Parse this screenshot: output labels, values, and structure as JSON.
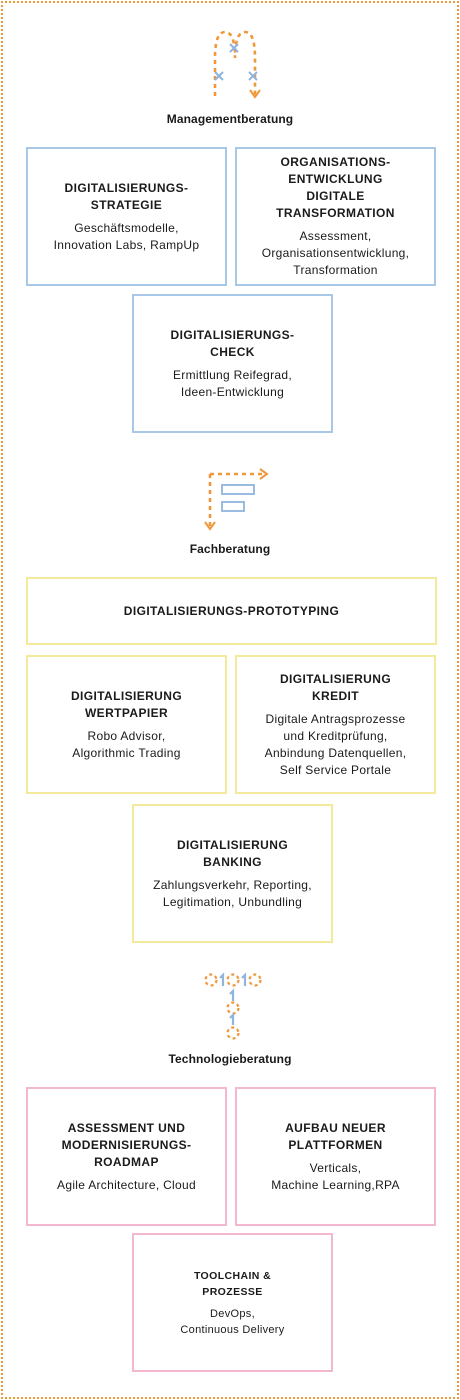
{
  "sections": {
    "management": {
      "title": "Managementberatung",
      "icon": "m-path-icon",
      "boxes": [
        {
          "title": "DIGITALISIERUNGS-\nSTRATEGIE",
          "desc": "Geschäftsmodelle,\nInnovation Labs, RampUp"
        },
        {
          "title": "ORGANISATIONS-\nENTWICKLUNG\nDIGITALE TRANSFORMATION",
          "desc": "Assessment,\nOrganisationsentwicklung,\nTransformation"
        },
        {
          "title": "DIGITALISIERUNGS-\nCHECK",
          "desc": "Ermittlung Reifegrad,\nIdeen-Entwicklung"
        }
      ]
    },
    "fach": {
      "title": "Fachberatung",
      "icon": "flowchart-arrow-icon",
      "boxes": [
        {
          "title": "DIGITALISIERUNGS-PROTOTYPING",
          "desc": ""
        },
        {
          "title": "DIGITALISIERUNG\nWERTPAPIER",
          "desc": "Robo Advisor,\nAlgorithmic Trading"
        },
        {
          "title": "DIGITALISIERUNG\nKREDIT",
          "desc": "Digitale Antragsprozesse\nund Kreditprüfung,\nAnbindung Datenquellen,\nSelf Service Portale"
        },
        {
          "title": "DIGITALISIERUNG\nBANKING",
          "desc": "Zahlungsverkehr, Reporting,\nLegitimation, Unbundling"
        }
      ]
    },
    "tech": {
      "title": "Technologieberatung",
      "icon": "binary-digits-icon",
      "boxes": [
        {
          "title": "ASSESSMENT UND\nMODERNISIERUNGS-\nROADMAP",
          "desc": "Agile Architecture, Cloud"
        },
        {
          "title": "AUFBAU NEUER\nPLATTFORMEN",
          "desc": "Verticals,\nMachine Learning,RPA"
        },
        {
          "title": "TOOLCHAIN &\nPROZESSE",
          "desc": "DevOps,\nContinuous Delivery"
        }
      ]
    }
  },
  "colors": {
    "frame": "#f0973a",
    "management": "#a9c8e8",
    "fach": "#f4ea9c",
    "tech": "#f2b8cf",
    "icon_orange": "#f0973a",
    "icon_blue": "#8fb4de"
  }
}
